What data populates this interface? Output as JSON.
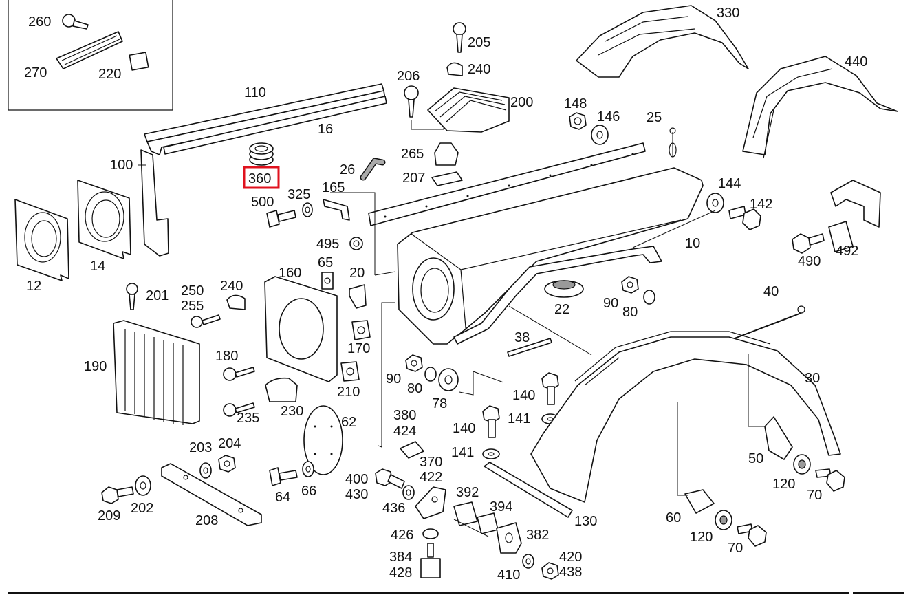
{
  "diagram": {
    "highlighted_part": "360",
    "callouts": [
      {
        "id": "c260",
        "text": "260"
      },
      {
        "id": "c270",
        "text": "270"
      },
      {
        "id": "c220",
        "text": "220"
      },
      {
        "id": "c110",
        "text": "110"
      },
      {
        "id": "c16",
        "text": "16"
      },
      {
        "id": "c100",
        "text": "100"
      },
      {
        "id": "c12",
        "text": "12"
      },
      {
        "id": "c14",
        "text": "14"
      },
      {
        "id": "c360",
        "text": "360"
      },
      {
        "id": "c500",
        "text": "500"
      },
      {
        "id": "c325",
        "text": "325"
      },
      {
        "id": "c165",
        "text": "165"
      },
      {
        "id": "c26",
        "text": "26"
      },
      {
        "id": "c206",
        "text": "206"
      },
      {
        "id": "c205",
        "text": "205"
      },
      {
        "id": "c240a",
        "text": "240"
      },
      {
        "id": "c200",
        "text": "200"
      },
      {
        "id": "c265",
        "text": "265"
      },
      {
        "id": "c207",
        "text": "207"
      },
      {
        "id": "c330",
        "text": "330"
      },
      {
        "id": "c440",
        "text": "440"
      },
      {
        "id": "c148",
        "text": "148"
      },
      {
        "id": "c146",
        "text": "146"
      },
      {
        "id": "c25",
        "text": "25"
      },
      {
        "id": "c144",
        "text": "144"
      },
      {
        "id": "c142",
        "text": "142"
      },
      {
        "id": "c10",
        "text": "10"
      },
      {
        "id": "c490",
        "text": "490"
      },
      {
        "id": "c492",
        "text": "492"
      },
      {
        "id": "c495",
        "text": "495"
      },
      {
        "id": "c160",
        "text": "160"
      },
      {
        "id": "c65",
        "text": "65"
      },
      {
        "id": "c20",
        "text": "20"
      },
      {
        "id": "c170",
        "text": "170"
      },
      {
        "id": "c210",
        "text": "210"
      },
      {
        "id": "c201",
        "text": "201"
      },
      {
        "id": "c250",
        "text": "250"
      },
      {
        "id": "c255",
        "text": "255"
      },
      {
        "id": "c240b",
        "text": "240"
      },
      {
        "id": "c190",
        "text": "190"
      },
      {
        "id": "c180",
        "text": "180"
      },
      {
        "id": "c235",
        "text": "235"
      },
      {
        "id": "c230",
        "text": "230"
      },
      {
        "id": "c22",
        "text": "22"
      },
      {
        "id": "c90a",
        "text": "90"
      },
      {
        "id": "c80a",
        "text": "80"
      },
      {
        "id": "c40",
        "text": "40"
      },
      {
        "id": "c38",
        "text": "38"
      },
      {
        "id": "c90b",
        "text": "90"
      },
      {
        "id": "c80b",
        "text": "80"
      },
      {
        "id": "c78",
        "text": "78"
      },
      {
        "id": "c140a",
        "text": "140"
      },
      {
        "id": "c141a",
        "text": "141"
      },
      {
        "id": "c140b",
        "text": "140"
      },
      {
        "id": "c141b",
        "text": "141"
      },
      {
        "id": "c30",
        "text": "30"
      },
      {
        "id": "c62",
        "text": "62"
      },
      {
        "id": "c380",
        "text": "380"
      },
      {
        "id": "c424",
        "text": "424"
      },
      {
        "id": "c370",
        "text": "370"
      },
      {
        "id": "c422",
        "text": "422"
      },
      {
        "id": "c203",
        "text": "203"
      },
      {
        "id": "c204",
        "text": "204"
      },
      {
        "id": "c209",
        "text": "209"
      },
      {
        "id": "c202",
        "text": "202"
      },
      {
        "id": "c208",
        "text": "208"
      },
      {
        "id": "c64",
        "text": "64"
      },
      {
        "id": "c66",
        "text": "66"
      },
      {
        "id": "c400",
        "text": "400"
      },
      {
        "id": "c430",
        "text": "430"
      },
      {
        "id": "c436",
        "text": "436"
      },
      {
        "id": "c392",
        "text": "392"
      },
      {
        "id": "c394",
        "text": "394"
      },
      {
        "id": "c130",
        "text": "130"
      },
      {
        "id": "c50",
        "text": "50"
      },
      {
        "id": "c120a",
        "text": "120"
      },
      {
        "id": "c70a",
        "text": "70"
      },
      {
        "id": "c60",
        "text": "60"
      },
      {
        "id": "c120b",
        "text": "120"
      },
      {
        "id": "c70b",
        "text": "70"
      },
      {
        "id": "c426",
        "text": "426"
      },
      {
        "id": "c382",
        "text": "382"
      },
      {
        "id": "c384",
        "text": "384"
      },
      {
        "id": "c428",
        "text": "428"
      },
      {
        "id": "c410",
        "text": "410"
      },
      {
        "id": "c420",
        "text": "420"
      },
      {
        "id": "c438",
        "text": "438"
      }
    ]
  }
}
